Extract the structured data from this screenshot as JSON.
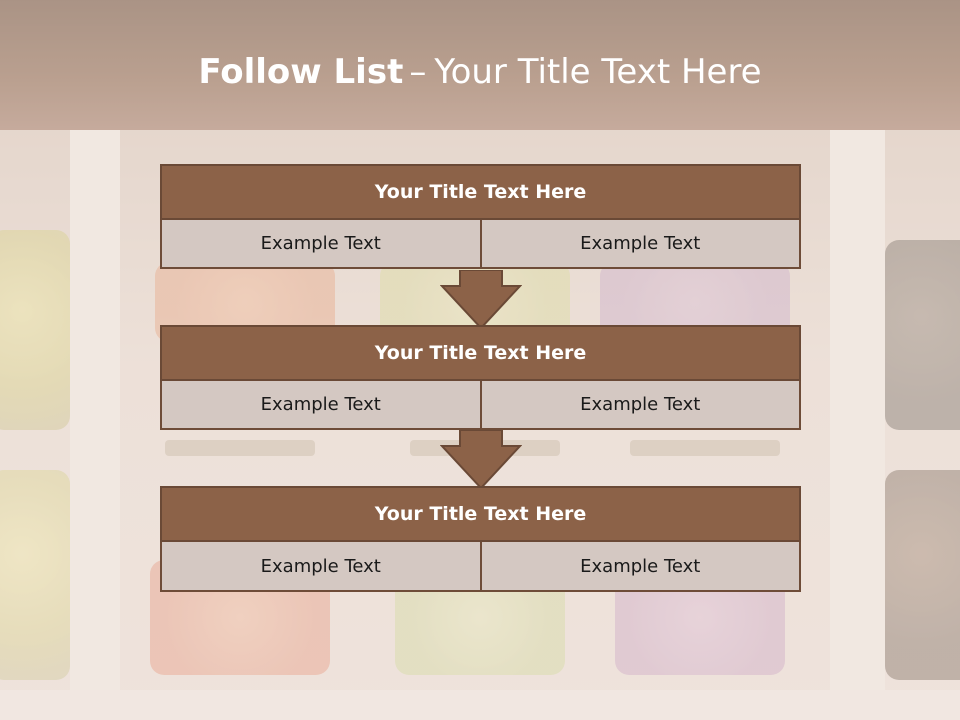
{
  "title": {
    "bold": "Follow List",
    "separator": "–",
    "rest": "Your Title Text Here"
  },
  "colors": {
    "header_fill": "#8c6248",
    "cell_fill": "#d4c8c2",
    "arrow_fill": "#8c6248",
    "border": "#6a4936"
  },
  "steps": [
    {
      "title": "Your Title Text Here",
      "left": "Example Text",
      "right": "Example Text"
    },
    {
      "title": "Your Title Text Here",
      "left": "Example Text",
      "right": "Example Text"
    },
    {
      "title": "Your Title Text Here",
      "left": "Example Text",
      "right": "Example Text"
    }
  ]
}
